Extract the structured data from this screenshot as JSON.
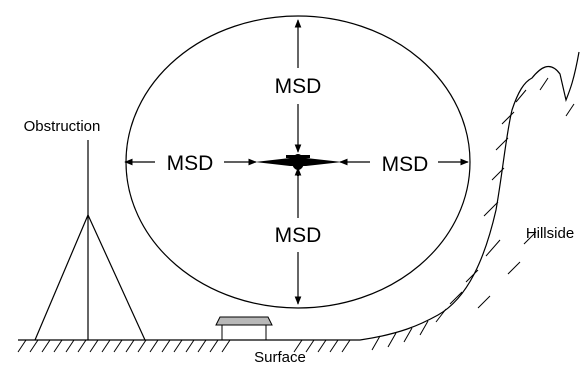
{
  "labels": {
    "msd_top": "MSD",
    "msd_bottom": "MSD",
    "msd_left": "MSD",
    "msd_right": "MSD",
    "obstruction": "Obstruction",
    "hillside": "Hillside",
    "surface": "Surface"
  },
  "icons": [
    "airplane-icon",
    "house-icon",
    "tower-icon"
  ]
}
